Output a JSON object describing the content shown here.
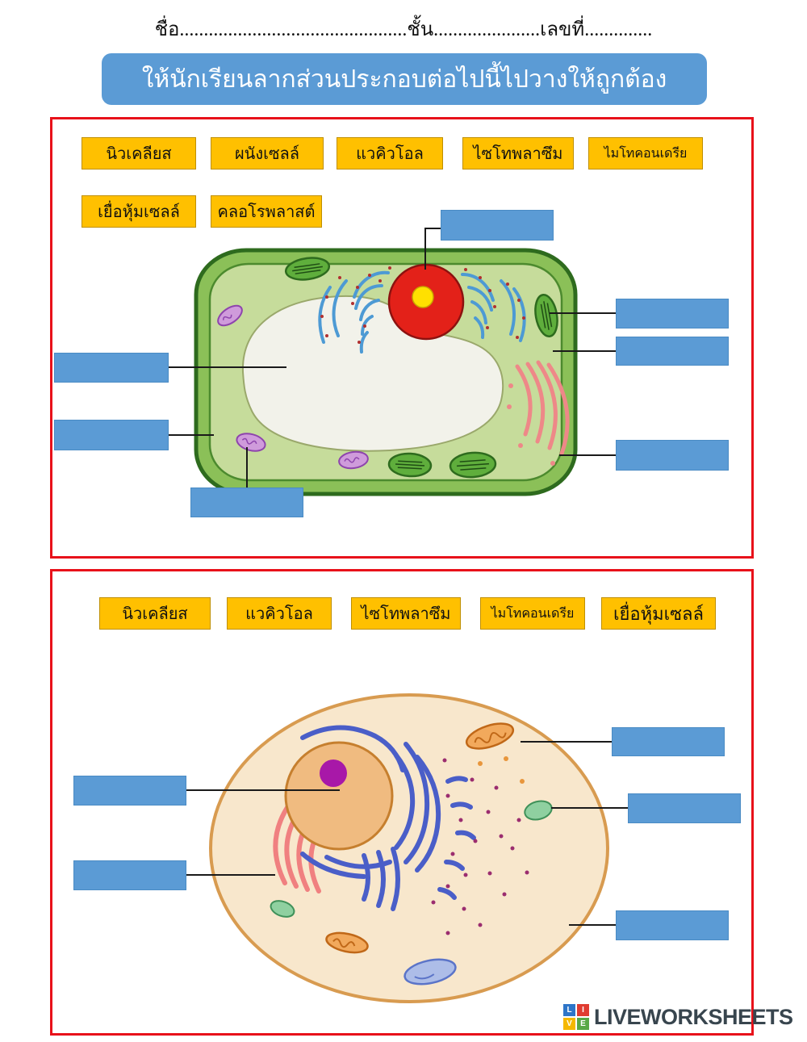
{
  "page": {
    "name_line": "ชื่อ...............................................ชั้น......................เลขที่..............",
    "instruction": "ให้นักเรียนลากส่วนประกอบต่อไปนี้ไปวางให้ถูกต้อง"
  },
  "plant": {
    "word_bank": [
      "นิวเคลียส",
      "ผนังเซลล์",
      "แวคิวโอล",
      "ไซโทพลาซึม",
      "ไมโทคอนเดรีย",
      "เยื่อหุ้มเซลล์",
      "คลอโรพลาสต์"
    ],
    "drop_slot_count": 7
  },
  "animal": {
    "word_bank": [
      "นิวเคลียส",
      "แวคิวโอล",
      "ไซโทพลาซึม",
      "ไมโทคอนเดรีย",
      "เยื่อหุ้มเซลล์"
    ],
    "drop_slot_count": 5
  },
  "footer": {
    "brand": "LIVEWORKSHEETS",
    "logo_letters": [
      "L",
      "I",
      "V",
      "E"
    ]
  },
  "colors": {
    "accent_blue": "#5B9BD5",
    "label_orange": "#FFC000",
    "frame_red": "#E8111A"
  }
}
